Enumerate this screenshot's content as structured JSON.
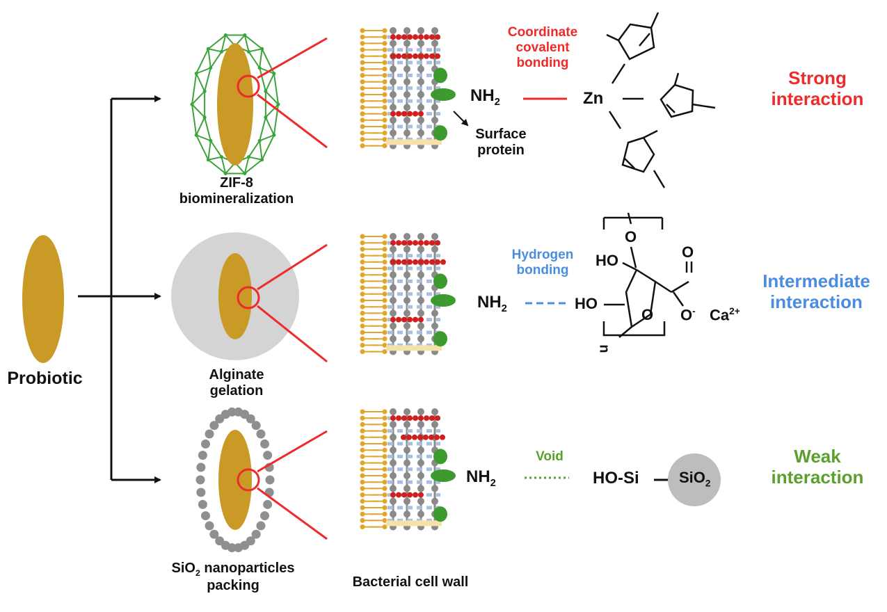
{
  "probiotic_label": "Probiotic",
  "routes": [
    {
      "method_line1": "ZIF-8",
      "method_line2": "biomineralization",
      "bond_line1": "Coordinate",
      "bond_line2": "covalent",
      "bond_line3": "bonding",
      "interaction_line1": "Strong",
      "interaction_line2": "interaction",
      "color": "#ee2a2a"
    },
    {
      "method_line1": "Alginate",
      "method_line2": "gelation",
      "bond_line1": "Hydrogen",
      "bond_line2": "bonding",
      "interaction_line1": "Intermediate",
      "interaction_line2": "interaction",
      "color": "#4a8de0"
    },
    {
      "method_line1_main": "SiO",
      "method_line1_sub": "2",
      "method_line1_rest": " nanoparticles",
      "method_line2": "packing",
      "bond_line1": "Void",
      "interaction_line1": "Weak",
      "interaction_line2": "interaction",
      "color": "#5aa02c"
    }
  ],
  "nh2": {
    "main": "NH",
    "sub": "2"
  },
  "surface_protein_line1": "Surface",
  "surface_protein_line2": "protein",
  "cell_wall_label": "Bacterial cell wall",
  "zinc": "Zn",
  "alginate": {
    "o_top": "O",
    "ho_upper": "HO",
    "o_carbonyl": "O",
    "ho_lower": "HO",
    "o_ring": "O",
    "o_anion": "O",
    "o_anion_charge": "-",
    "calcium": "Ca",
    "calcium_charge": "2+",
    "repeat": "n"
  },
  "silica": {
    "silanol": "HO-Si",
    "particle_main": "SiO",
    "particle_sub": "2"
  },
  "colors": {
    "probiotic": "#c99a26",
    "zif_cage": "#3aa33a",
    "alginate_halo": "#d4d4d4",
    "silica_bead": "#8f8f8f",
    "lipid": "#e2a52c",
    "peptidoglycan": "#8a8a8a",
    "crosslink": "#a9bfde",
    "teichoic": "#d11f1f",
    "protein": "#3d9a2e",
    "zoom_line": "#ee2a2a",
    "arrow": "#111111"
  }
}
